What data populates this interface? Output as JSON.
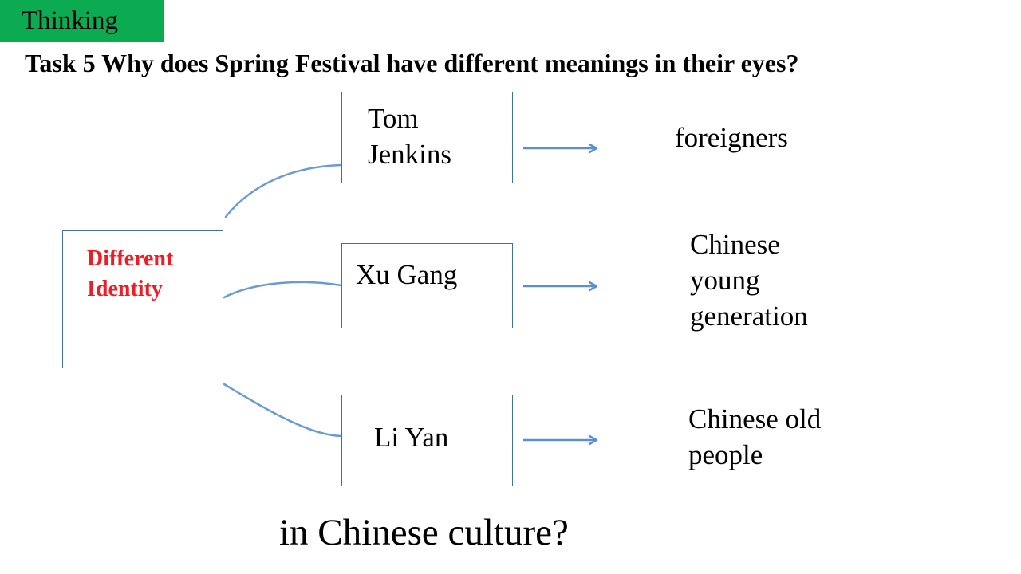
{
  "slide": {
    "badge_label": "Thinking",
    "title": "Task 5 Why does Spring Festival have different meanings in their eyes?",
    "footer_question": "in Chinese culture?"
  },
  "diagram": {
    "root_label": "Different\nIdentity",
    "nodes": [
      {
        "name": "Tom\nJenkins",
        "meaning": "foreigners"
      },
      {
        "name": "Xu Gang",
        "meaning": "Chinese\nyoung\ngeneration"
      },
      {
        "name": "Li Yan",
        "meaning": "Chinese old\npeople"
      }
    ]
  },
  "colors": {
    "badge_green": "#0aab51",
    "connector_blue": "#699bd2",
    "arrow_blue": "#5b8fce",
    "box_border_blue": "#41719c",
    "root_text_red": "#ee1c24",
    "text_black": "#000000"
  }
}
